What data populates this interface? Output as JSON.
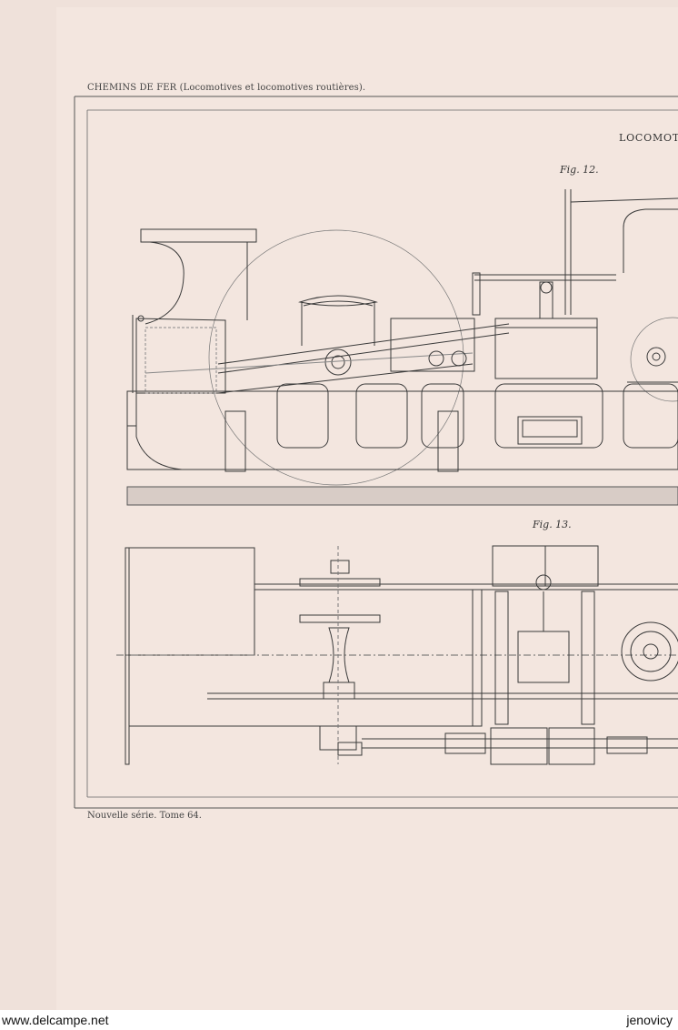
{
  "plate": {
    "header": "CHEMINS DE FER (Locomotives et locomotives routières).",
    "title": "LOCOMOTIV",
    "figures": [
      {
        "label": "Fig. 12."
      },
      {
        "label": "Fig. 13."
      }
    ],
    "footer": "Nouvelle série. Tome 64."
  },
  "watermark": {
    "site": "www.delcampe.net",
    "seller": "jenovicy"
  }
}
